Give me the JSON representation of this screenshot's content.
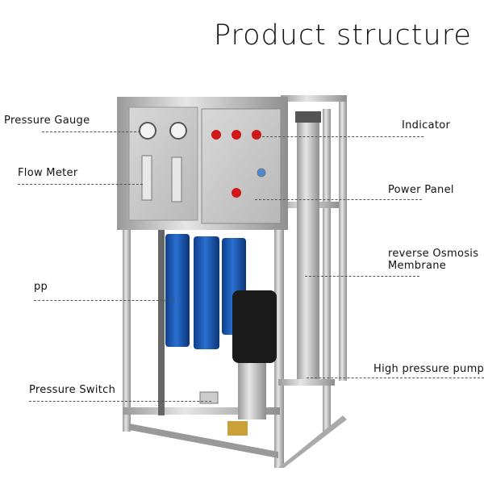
{
  "title": "Product structure",
  "labels": {
    "pressure_gauge": "Pressure  Gauge",
    "flow_meter": "Flow  Meter",
    "pp": "pp",
    "pressure_switch": "Pressure  Switch",
    "indicator": "Indicator",
    "power_panel": "Power  Panel",
    "ro_membrane_line1": "reverse  Osmosis",
    "ro_membrane_line2": "Membrane",
    "high_pressure_pump": "High  pressure  pump"
  }
}
